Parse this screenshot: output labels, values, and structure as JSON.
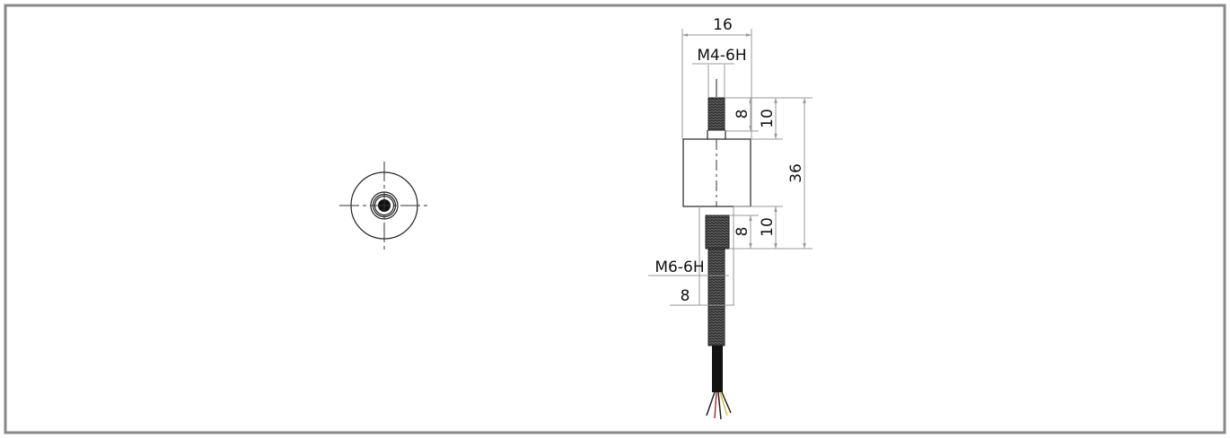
{
  "drawing": {
    "dimensions": {
      "total_width": "16",
      "top_thread": "M4-6H",
      "top_thread_depth": "8",
      "top_stud_length": "10",
      "total_length": "36",
      "bottom_stud_length": "10",
      "bottom_thread_depth": "8",
      "bottom_thread": "M6-6H",
      "bottom_width": "8"
    }
  }
}
